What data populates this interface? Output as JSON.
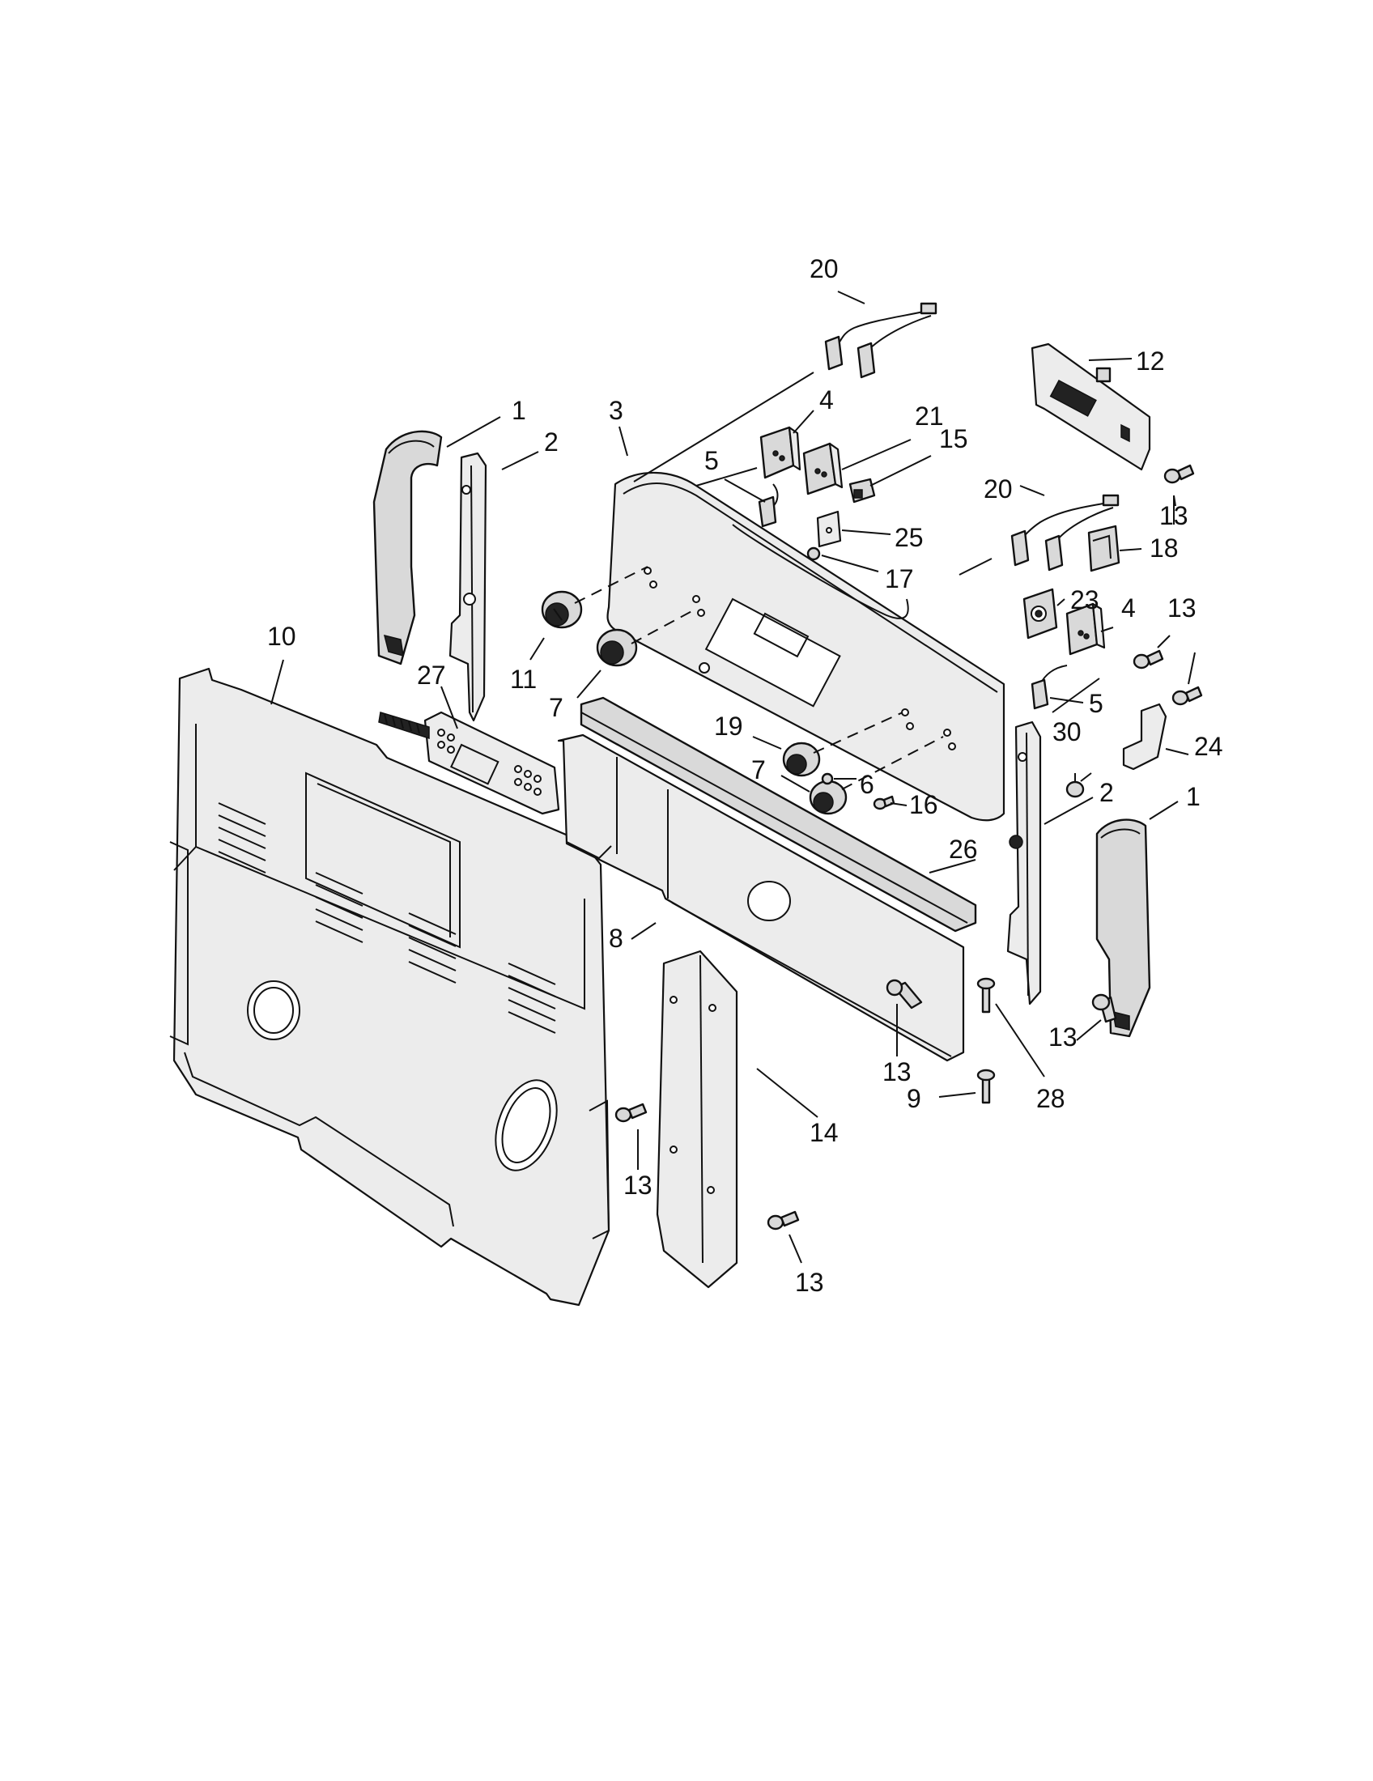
{
  "callouts": [
    {
      "id": "c1a",
      "text": "1"
    },
    {
      "id": "c1b",
      "text": "1"
    },
    {
      "id": "c2a",
      "text": "2"
    },
    {
      "id": "c2b",
      "text": "2"
    },
    {
      "id": "c3",
      "text": "3"
    },
    {
      "id": "c4a",
      "text": "4"
    },
    {
      "id": "c4b",
      "text": "4"
    },
    {
      "id": "c5a",
      "text": "5"
    },
    {
      "id": "c5b",
      "text": "5"
    },
    {
      "id": "c6",
      "text": "6"
    },
    {
      "id": "c7a",
      "text": "7"
    },
    {
      "id": "c7b",
      "text": "7"
    },
    {
      "id": "c8",
      "text": "8"
    },
    {
      "id": "c9",
      "text": "9"
    },
    {
      "id": "c10",
      "text": "10"
    },
    {
      "id": "c11",
      "text": "11"
    },
    {
      "id": "c12",
      "text": "12"
    },
    {
      "id": "c13a",
      "text": "13"
    },
    {
      "id": "c13b",
      "text": "13"
    },
    {
      "id": "c13c",
      "text": "13"
    },
    {
      "id": "c13d",
      "text": "13"
    },
    {
      "id": "c13e",
      "text": "13"
    },
    {
      "id": "c13f",
      "text": "13"
    },
    {
      "id": "c13g",
      "text": "13"
    },
    {
      "id": "c14",
      "text": "14"
    },
    {
      "id": "c15",
      "text": "15"
    },
    {
      "id": "c16",
      "text": "16"
    },
    {
      "id": "c17",
      "text": "17"
    },
    {
      "id": "c18",
      "text": "18"
    },
    {
      "id": "c19",
      "text": "19"
    },
    {
      "id": "c20a",
      "text": "20"
    },
    {
      "id": "c20b",
      "text": "20"
    },
    {
      "id": "c21",
      "text": "21"
    },
    {
      "id": "c23",
      "text": "23"
    },
    {
      "id": "c24",
      "text": "24"
    },
    {
      "id": "c25",
      "text": "25"
    },
    {
      "id": "c26",
      "text": "26"
    },
    {
      "id": "c27",
      "text": "27"
    },
    {
      "id": "c28",
      "text": "28"
    },
    {
      "id": "c30",
      "text": "30"
    }
  ]
}
